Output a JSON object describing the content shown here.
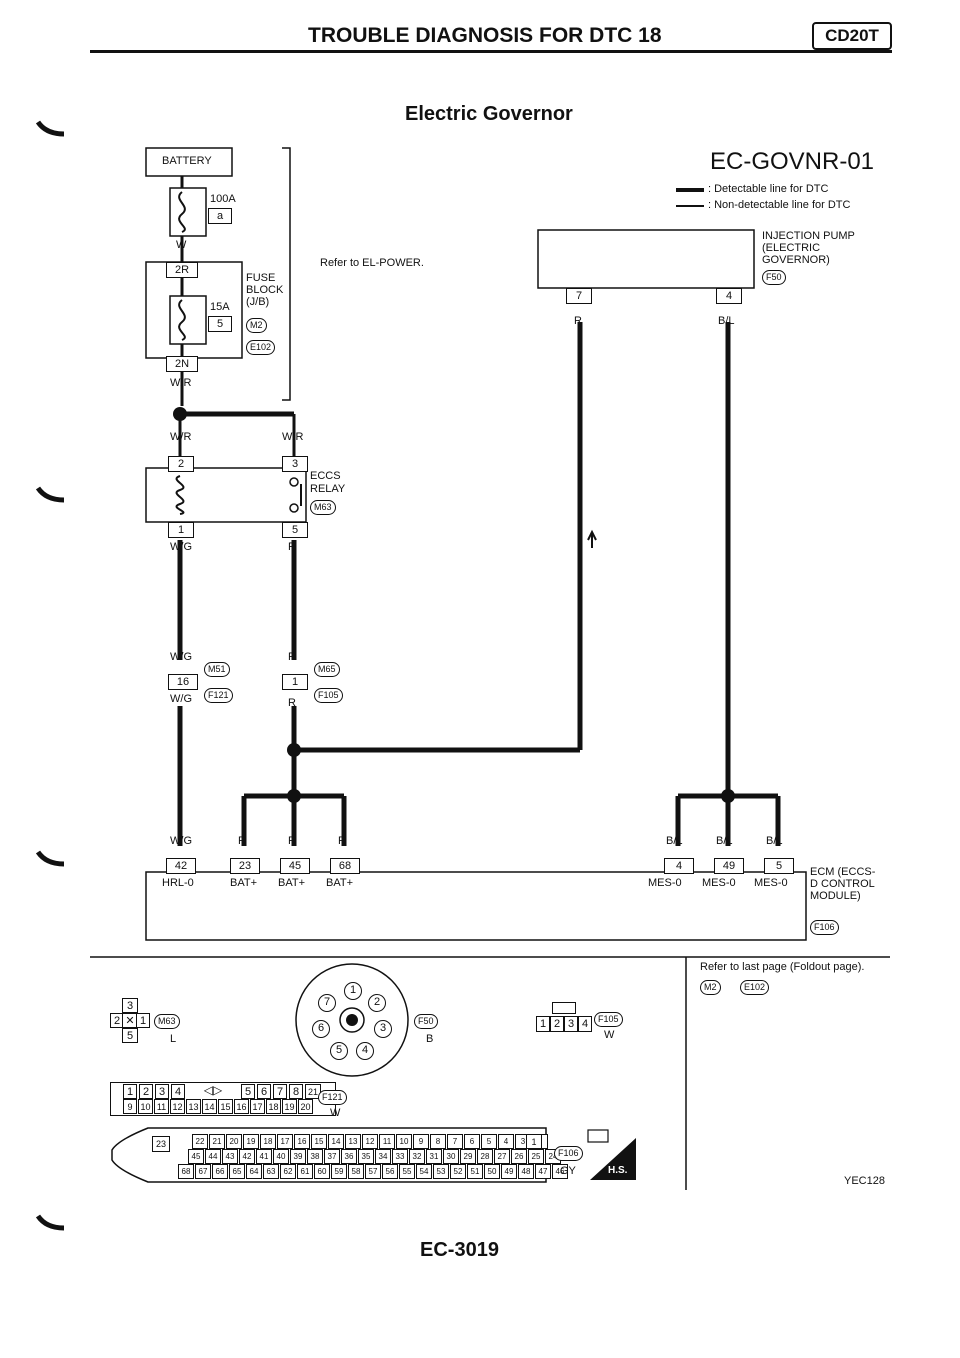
{
  "header": {
    "title": "TROUBLE DIAGNOSIS FOR DTC 18",
    "badge": "CD20T",
    "subtitle": "Electric Governor",
    "code": "EC-GOVNR-01"
  },
  "legend": {
    "detectable": ": Detectable line for DTC",
    "nondetectable": ": Non-detectable line for DTC"
  },
  "battery": {
    "label": "BATTERY",
    "fuse1": "100A",
    "fuse1_conn": "a",
    "wire1": "W",
    "fb_top": "2R",
    "fuse2": "15A",
    "fuse2_conn": "5",
    "fb_bottom": "2N",
    "wire2": "W/R",
    "fuseblock": "FUSE BLOCK (J/B)",
    "fb_ref1": "M2",
    "fb_ref2": "E102",
    "refer": "Refer to EL-POWER."
  },
  "relay": {
    "wire_left": "W/R",
    "wire_right": "W/R",
    "pin2": "2",
    "pin3": "3",
    "pin1": "1",
    "pin5": "5",
    "name": "ECCS RELAY",
    "conn": "M63",
    "out_left": "W/G",
    "out_right": "R"
  },
  "joints": {
    "left_top_wire": "W/G",
    "left_pin": "16",
    "left_conn1": "M51",
    "left_conn2": "F121",
    "left_bot_wire": "W/G",
    "right_top_wire": "R",
    "right_pin": "1",
    "right_conn1": "M65",
    "right_conn2": "F105",
    "right_bot_wire": "R"
  },
  "pump": {
    "name": "INJECTION PUMP (ELECTRIC GOVERNOR)",
    "conn": "F50",
    "pin7": "7",
    "pin4": "4",
    "wire7": "R",
    "wire4": "B/L"
  },
  "ecm": {
    "wires": [
      "W/G",
      "R",
      "R",
      "R",
      "B/L",
      "B/L",
      "B/L"
    ],
    "pins": [
      "42",
      "23",
      "45",
      "68",
      "4",
      "49",
      "5"
    ],
    "labels": [
      "HRL-0",
      "BAT+",
      "BAT+",
      "BAT+",
      "MES-0",
      "MES-0",
      "MES-0"
    ],
    "name": "ECM (ECCS-D CONTROL MODULE)",
    "conn": "F106"
  },
  "bottom": {
    "refer": "Refer to last page (Foldout page).",
    "ref1": "M2",
    "ref2": "E102",
    "m63": "M63",
    "m63_color": "L",
    "f50": "F50",
    "f50_color": "B",
    "f105": "F105",
    "f105_color": "W",
    "f121": "F121",
    "f121_color": "W",
    "f106": "F106",
    "f106_color": "GY",
    "hs": "H.S.",
    "m63_pins": [
      "3",
      "2",
      "1",
      "5"
    ],
    "f50_pins": [
      "1",
      "2",
      "3",
      "4",
      "5",
      "6",
      "7"
    ],
    "f105_pins": [
      "1",
      "2",
      "3",
      "4"
    ],
    "f121_row1": [
      "1",
      "2",
      "3",
      "4",
      "5",
      "6",
      "7",
      "8",
      "21"
    ],
    "f121_row2": [
      "9",
      "10",
      "11",
      "12",
      "13",
      "14",
      "15",
      "16",
      "17",
      "18",
      "19",
      "20"
    ],
    "f106_single": "23",
    "f106_row1": [
      "22",
      "21",
      "20",
      "19",
      "18",
      "17",
      "16",
      "15",
      "14",
      "13",
      "12",
      "11",
      "10",
      "9",
      "8",
      "7",
      "6",
      "5",
      "4",
      "3",
      "2"
    ],
    "f106_pin1": "1",
    "f106_row2": [
      "45",
      "44",
      "43",
      "42",
      "41",
      "40",
      "39",
      "38",
      "37",
      "36",
      "35",
      "34",
      "33",
      "32",
      "31",
      "30",
      "29",
      "28",
      "27",
      "26",
      "25",
      "24"
    ],
    "f106_row3": [
      "68",
      "67",
      "66",
      "65",
      "64",
      "63",
      "62",
      "61",
      "60",
      "59",
      "58",
      "57",
      "56",
      "55",
      "54",
      "53",
      "52",
      "51",
      "50",
      "49",
      "48",
      "47",
      "46"
    ]
  },
  "footer": {
    "code": "YEC128",
    "page": "EC-3019"
  }
}
